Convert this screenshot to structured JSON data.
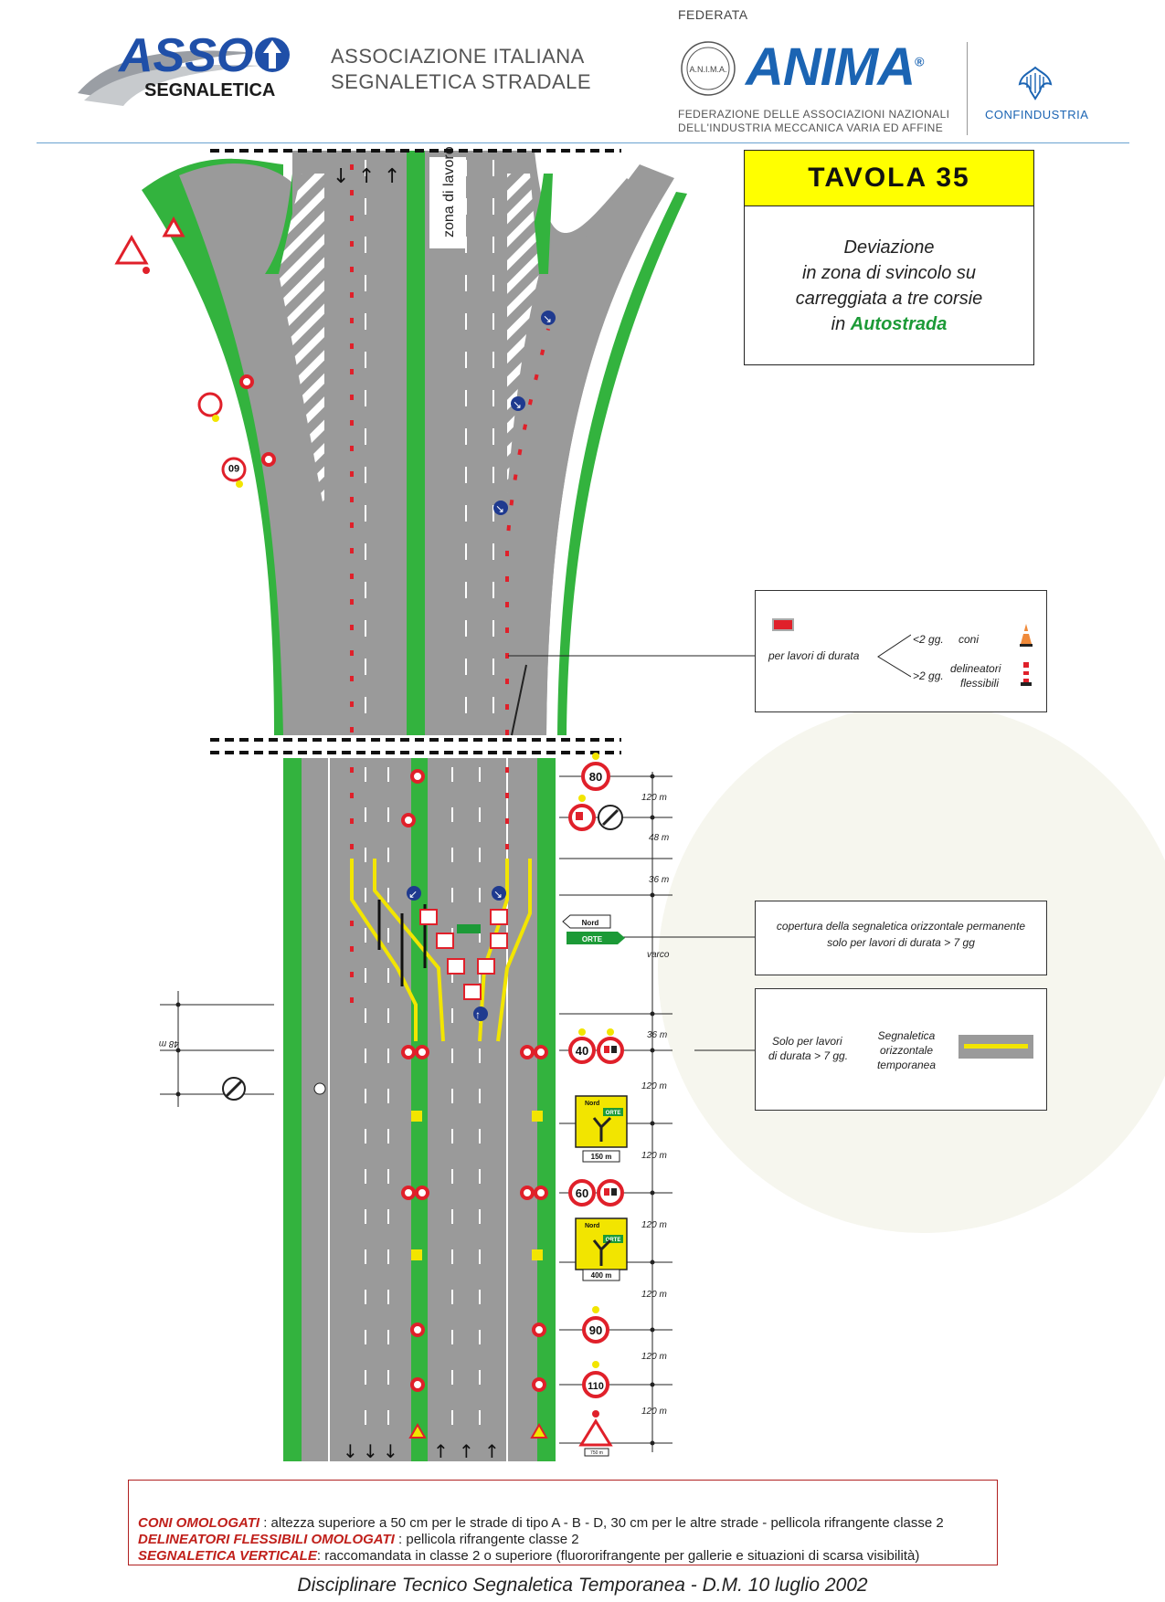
{
  "header": {
    "asso_word": "ASSO",
    "asso_sub": "SEGNALETICA",
    "assoc_line1": "ASSOCIAZIONE ITALIANA",
    "assoc_line2": "SEGNALETICA STRADALE",
    "federata": "FEDERATA",
    "anima_seal": "A.N.I.M.A.",
    "anima_word": "ANIMA",
    "anima_reg": "®",
    "anima_sub1": "FEDERAZIONE DELLE ASSOCIAZIONI NAZIONALI",
    "anima_sub2": "DELL'INDUSTRIA MECCANICA VARIA ED AFFINE",
    "confindustria": "CONFINDUSTRIA"
  },
  "tavola": {
    "title": "TAVOLA   35",
    "desc_line1": "Deviazione",
    "desc_line2": "in zona di svincolo su",
    "desc_line3": "carreggiata a tre corsie",
    "desc_line4_prefix": "in ",
    "desc_line4_green": "Autostrada"
  },
  "road": {
    "zona_label": "zona di lavoro",
    "sign_nord": "Nord",
    "sign_orte": "ORTE",
    "varco": "varco",
    "dist_48_left": "48 m",
    "distances": [
      "120 m",
      "48 m",
      "36 m",
      "36 m",
      "120 m",
      "120 m",
      "120 m",
      "120 m",
      "120 m",
      "120 m"
    ],
    "speed_signs": [
      "80",
      "40",
      "60",
      "90",
      "110",
      "60"
    ],
    "panel_150": "150 m",
    "panel_400": "400 m",
    "panel_750": "750 m"
  },
  "legend": {
    "durata_label": "per lavori di durata",
    "less2": "<2 gg.",
    "coni": "coni",
    "more2": ">2 gg.",
    "delineatori": "delineatori",
    "flessibili": "flessibili",
    "copertura1": "copertura della segnaletica orizzontale permanente",
    "copertura2": "solo per lavori di durata > 7 gg",
    "solo1": "Solo per lavori",
    "solo2": "di durata > 7 gg.",
    "segn1": "Segnaletica",
    "segn2": "orizzontale",
    "segn3": "temporanea"
  },
  "footer": {
    "l1_red": "CONI OMOLOGATI",
    "l1_text": " : altezza superiore a 50 cm per le strade di tipo A - B - D, 30 cm per le altre strade - pellicola rifrangente classe 2",
    "l2_red": "DELINEATORI FLESSIBILI OMOLOGATI",
    "l2_text": " :  pellicola rifrangente classe 2",
    "l3_red": "SEGNALETICA VERTICALE",
    "l3_text": ": raccomandata in classe 2 o superiore (fluororifrangente per gallerie e situazioni di scarsa visibilità)",
    "doc_title": "Disciplinare Tecnico Segnaletica Temporanea - D.M.  10 luglio 2002"
  },
  "colors": {
    "road": "#9a9a9a",
    "shoulder": "#33b33e",
    "cone": "#e0202a",
    "temp_marking": "#f2e500",
    "anima_blue": "#1b64b3",
    "asso_blue": "#1f4fa8"
  }
}
